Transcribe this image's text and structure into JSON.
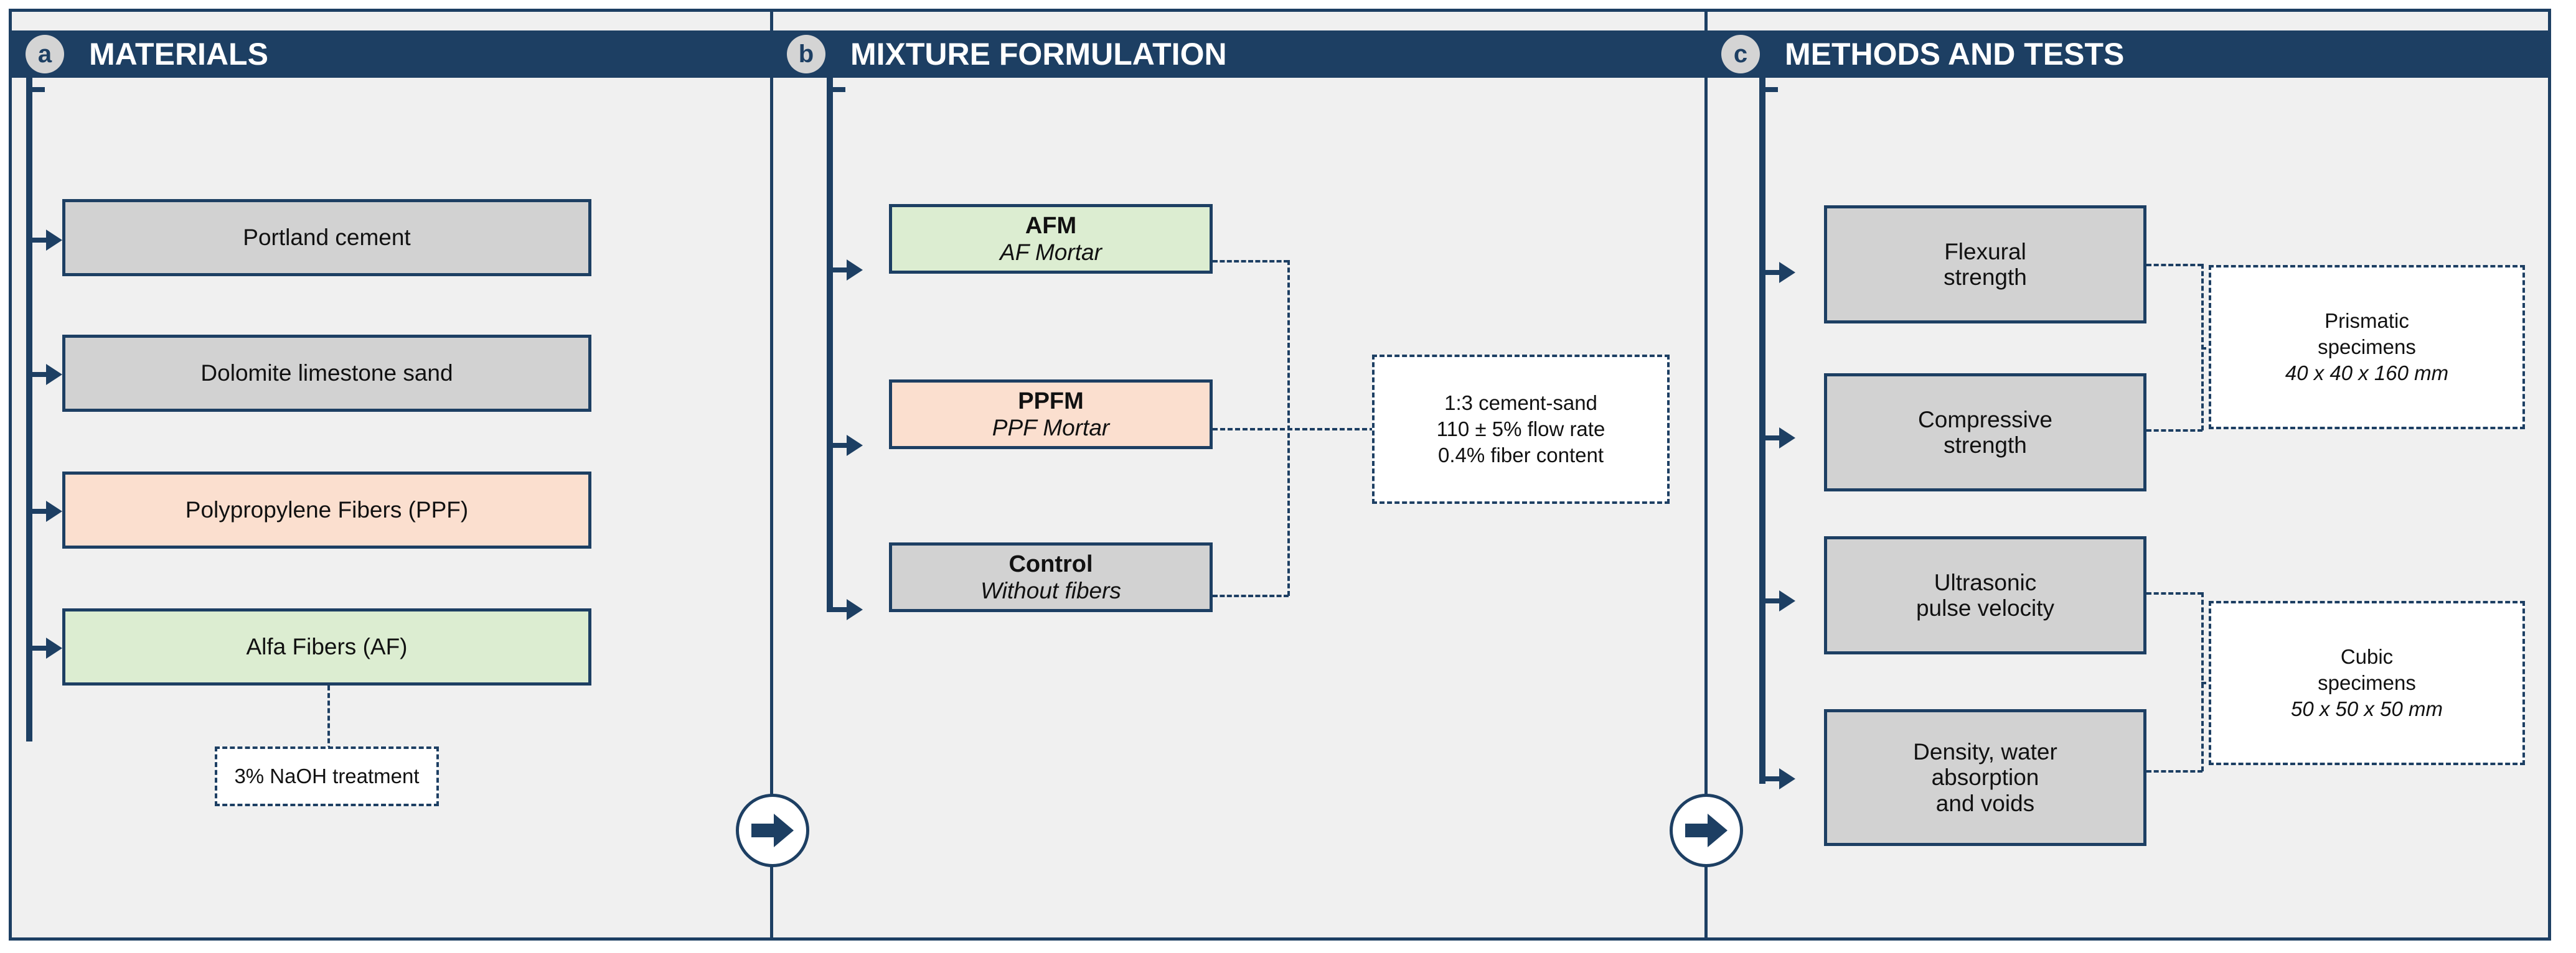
{
  "figure": {
    "accent_navy": "#1d3f63",
    "panel_bg": "#f0f0f0",
    "grey_fill": "#d2d2d2",
    "green_fill": "#dcedd1",
    "peach_fill": "#fbdfcf",
    "badge_fill": "#d4d4d4"
  },
  "panels": [
    {
      "letter": "a",
      "title": "MATERIALS",
      "nodes": [
        {
          "label": "Portland cement",
          "fill": "grey"
        },
        {
          "label": "Dolomite limestone sand",
          "fill": "grey"
        },
        {
          "label": "Polypropylene Fibers (PPF)",
          "fill": "peach"
        },
        {
          "label": "Alfa Fibers (AF)",
          "fill": "green"
        }
      ],
      "note": {
        "line1": "3% NaOH treatment"
      }
    },
    {
      "letter": "b",
      "title": "MIXTURE FORMULATION",
      "nodes": [
        {
          "line1": "AFM",
          "line2": "AF Mortar",
          "fill": "green"
        },
        {
          "line1": "PPFM",
          "line2": "PPF Mortar",
          "fill": "peach"
        },
        {
          "line1": "Control",
          "line2": "Without fibers",
          "fill": "grey"
        }
      ],
      "note": {
        "line1": "1:3 cement-sand",
        "line2": "110 ± 5% flow rate",
        "line3": "0.4% fiber content"
      }
    },
    {
      "letter": "c",
      "title": "METHODS AND TESTS",
      "nodes": [
        {
          "line1": "Flexural",
          "line2": "strength",
          "fill": "grey"
        },
        {
          "line1": "Compressive",
          "line2": "strength",
          "fill": "grey"
        },
        {
          "line1": "Ultrasonic",
          "line2": "pulse velocity",
          "fill": "grey"
        },
        {
          "line1": "Density, water",
          "line2": "absorption",
          "line3": "and voids",
          "fill": "grey"
        }
      ],
      "notes": [
        {
          "line1": "Prismatic",
          "line2": "specimens",
          "line3": "40 x 40 x 160 mm"
        },
        {
          "line1": "Cubic",
          "line2": "specimens",
          "line3": "50 x 50 x 50 mm"
        }
      ]
    }
  ],
  "step_arrows": [
    {
      "name": "step-arrow-a-to-b"
    },
    {
      "name": "step-arrow-b-to-c"
    }
  ]
}
